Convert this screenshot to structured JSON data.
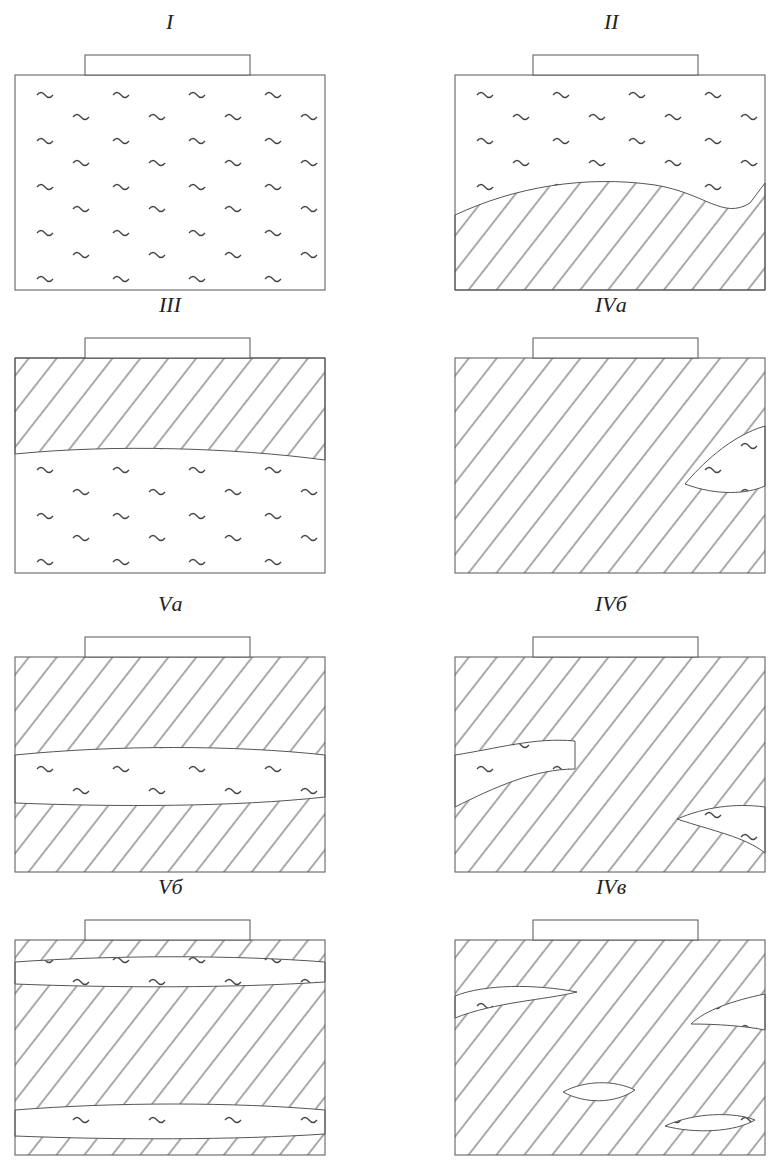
{
  "diagram": {
    "labels": [
      "I",
      "II",
      "III",
      "IVа",
      "Vа",
      "IVб",
      "Vб",
      "IVв"
    ]
  }
}
